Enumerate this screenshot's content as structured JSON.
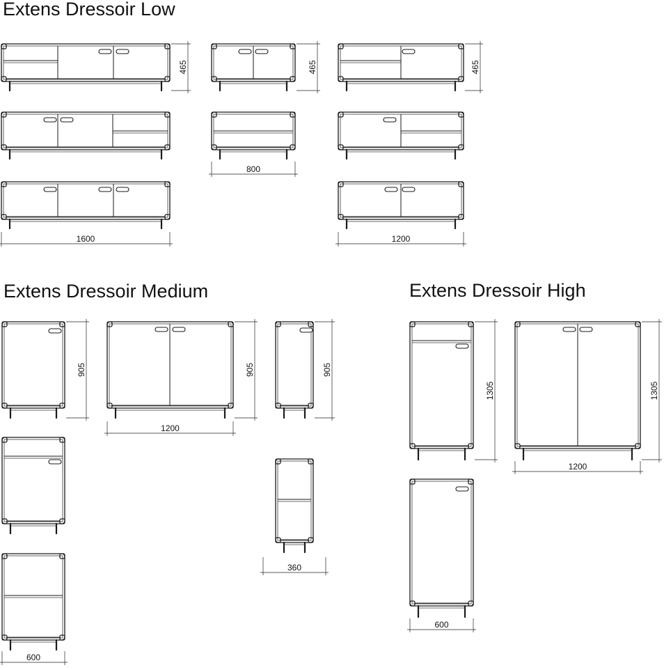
{
  "sections": {
    "low": "Extens Dressoir Low",
    "medium": "Extens Dressoir Medium",
    "high": "Extens Dressoir High"
  },
  "dimensions": {
    "low_height": "465",
    "low_width_1600": "1600",
    "low_width_800": "800",
    "low_width_1200": "1200",
    "medium_height": "905",
    "medium_width_1200": "1200",
    "medium_width_360": "360",
    "medium_width_600": "600",
    "high_height": "1305",
    "high_width_1200": "1200",
    "high_width_600": "600"
  }
}
